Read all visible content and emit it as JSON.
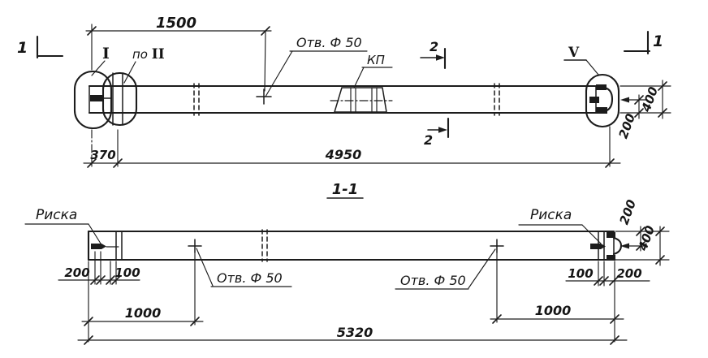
{
  "drawing": {
    "paper_color": "#ffffff",
    "ink_color": "#1c1c1c",
    "elevation": {
      "section_cut_left": "1",
      "section_cut_right": "1",
      "section_cut_2_top": "2",
      "section_cut_2_bottom": "2",
      "detail_mark_1": "I",
      "detail_mark_po2_prefix": "по ",
      "detail_mark_po2_numeral": "II",
      "detail_mark_5": "V",
      "hole_label": "Отв. Ф 50",
      "plate_label": "КП",
      "dim_to_hole": "1500",
      "dim_end_offset": "370",
      "dim_total_length": "4950",
      "dim_height": "400",
      "dim_half_height": "200"
    },
    "section_view": {
      "title": "1-1",
      "riska_label_left": "Риска",
      "riska_label_right": "Риска",
      "hole_label_left": "Отв. Ф 50",
      "hole_label_right": "Отв. Ф 50",
      "dim_left_200": "200",
      "dim_left_100": "100",
      "dim_right_100": "100",
      "dim_right_200": "200",
      "dim_hole_left_1000": "1000",
      "dim_hole_right_1000": "1000",
      "dim_total_length": "5320",
      "dim_half_height": "200",
      "dim_height": "400"
    }
  }
}
